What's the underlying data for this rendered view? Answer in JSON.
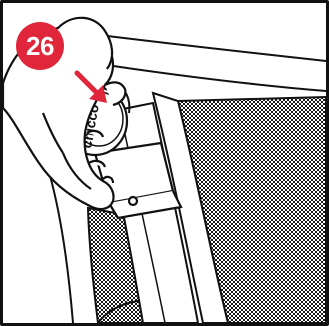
{
  "step": {
    "number": "26",
    "badge_color": "#e0263a"
  },
  "logo": {
    "text": "chicco"
  },
  "icons": {
    "arrow": "press-down-arrow",
    "arrow_color": "#e0263a"
  }
}
